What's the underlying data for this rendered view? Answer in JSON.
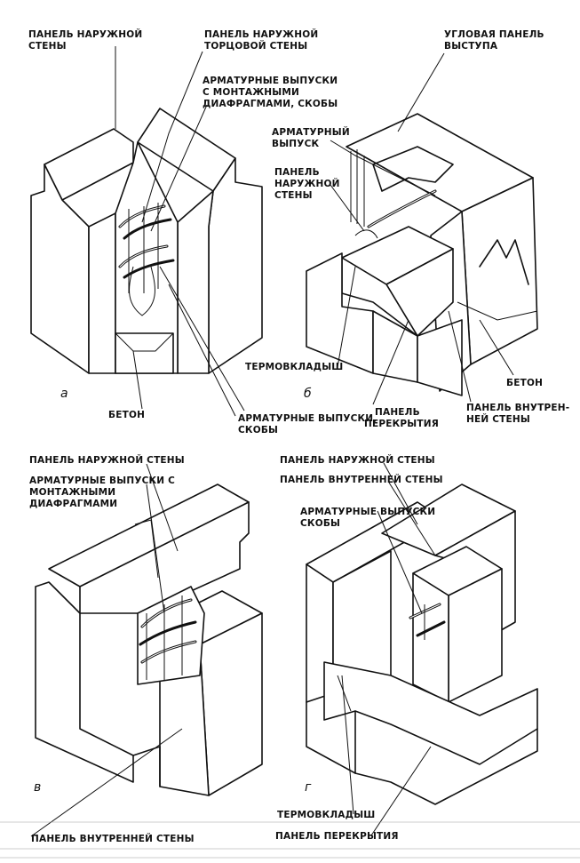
{
  "figures": {
    "a": {
      "letter": "а",
      "labels": {
        "outer_wall_panel": [
          "ПАНЕЛЬ НАРУЖНОЙ",
          "СТЕНЫ"
        ],
        "end_wall_panel": [
          "ПАНЕЛЬ НАРУЖНОЙ",
          "ТОРЦОВОЙ СТЕНЫ"
        ],
        "rebar_diaphragms": [
          "АРМАТУРНЫЕ ВЫПУСКИ",
          "С МОНТАЖНЫМИ",
          "ДИАФРАГМАМИ, СКОБЫ"
        ],
        "concrete": "БЕТОН",
        "rebar_brackets": [
          "АРМАТУРНЫЕ ВЫПУСКИ,",
          "СКОБЫ"
        ]
      }
    },
    "b": {
      "letter": "б",
      "labels": {
        "corner_panel": [
          "УГЛОВАЯ ПАНЕЛЬ",
          "ВЫСТУПА"
        ],
        "rebar_outlet": [
          "АРМАТУРНЫЙ",
          "ВЫПУСК"
        ],
        "outer_wall_panel": [
          "ПАНЕЛЬ",
          "НАРУЖНОЙ",
          "СТЕНЫ"
        ],
        "thermal_insert": "ТЕРМОВКЛАДЫШ",
        "concrete": "БЕТОН",
        "floor_panel": [
          "ПАНЕЛЬ",
          "ПЕРЕКРЫТИЯ"
        ],
        "inner_wall_panel": [
          "ПАНЕЛЬ ВНУТРЕН-",
          "НЕЙ СТЕНЫ"
        ]
      }
    },
    "v": {
      "letter": "в",
      "labels": {
        "outer_wall_panel": "ПАНЕЛЬ НАРУЖНОЙ СТЕНЫ",
        "rebar_diaphragms": [
          "АРМАТУРНЫЕ ВЫПУСКИ С",
          "МОНТАЖНЫМИ",
          "ДИАФРАГМАМИ"
        ],
        "inner_wall_panel": "ПАНЕЛЬ ВНУТРЕННЕЙ СТЕНЫ"
      }
    },
    "g": {
      "letter": "г",
      "labels": {
        "outer_wall_panel": "ПАНЕЛЬ НАРУЖНОЙ СТЕНЫ",
        "inner_wall_panel": "ПАНЕЛЬ ВНУТРЕННЕЙ СТЕНЫ",
        "rebar_brackets": [
          "АРМАТУРНЫЕ ВЫПУСКИ",
          "СКОБЫ"
        ],
        "thermal_insert": "ТЕРМОВКЛАДЫШ",
        "floor_panel": "ПАНЕЛЬ ПЕРЕКРЫТИЯ"
      }
    }
  }
}
